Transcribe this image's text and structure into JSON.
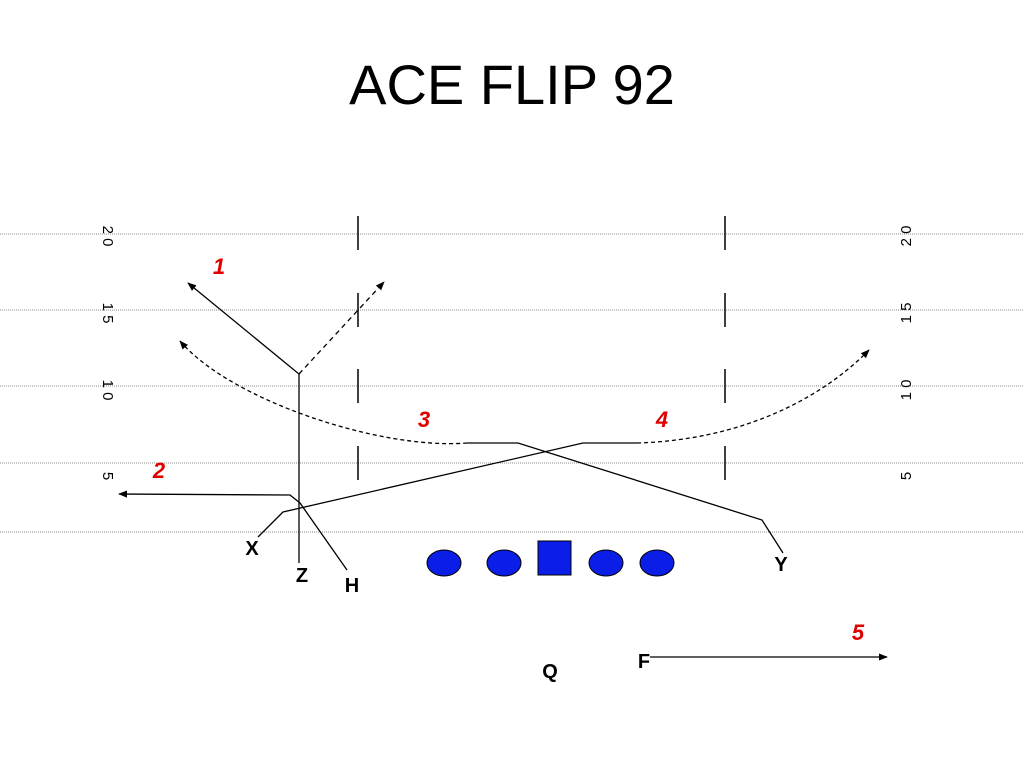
{
  "title": "ACE FLIP 92",
  "colors": {
    "route_numbers": "#e00000",
    "linemen": "#0a1ee8",
    "lines": "#000000",
    "yard_lines": "#999999"
  },
  "yard_markers": {
    "twenty": "2 0",
    "fifteen": "1 5",
    "ten": "1 0",
    "five": "5"
  },
  "positions": {
    "x": "X",
    "z": "Z",
    "h": "H",
    "y": "Y",
    "q": "Q",
    "f": "F"
  },
  "route_numbers": [
    "1",
    "2",
    "3",
    "4",
    "5"
  ],
  "linemen": [
    "left-tackle",
    "left-guard",
    "center",
    "right-guard",
    "right-tackle"
  ]
}
